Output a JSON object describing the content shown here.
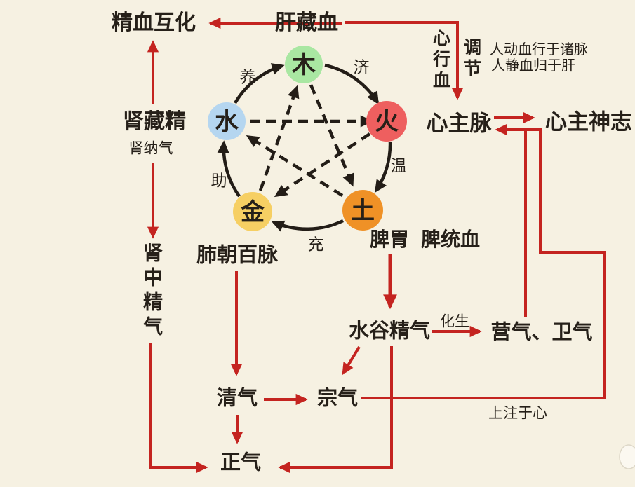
{
  "colors": {
    "background": "#f6f1e2",
    "red_arrow": "#c42420",
    "black_line": "#231d17",
    "text": "#262019"
  },
  "top": {
    "essence_blood_interchange": "精血互化",
    "liver_stores_blood": "肝藏血",
    "heart_moves_blood": "心行血",
    "regulation": "调节",
    "note_line1": "人动血行于诸脉",
    "note_line2": "人静血归于肝",
    "heart_governs_vessels": "心主脉",
    "heart_governs_spirit": "心主神志"
  },
  "left": {
    "kidney_stores_essence": "肾藏精",
    "kidney_receives_qi": "肾纳气",
    "kidney_essence_qi": "肾中精气"
  },
  "elements": {
    "wood": {
      "label": "木",
      "color": "#a9e7a2"
    },
    "fire": {
      "label": "火",
      "color": "#ee5f5f"
    },
    "earth": {
      "label": "土",
      "color": "#ef9126"
    },
    "metal": {
      "label": "金",
      "color": "#f6cf63"
    },
    "water": {
      "label": "水",
      "color": "#b5d6f0"
    }
  },
  "cycle_labels": {
    "water_wood": "养",
    "wood_fire": "济",
    "fire_earth": "温",
    "earth_metal": "充",
    "metal_water": "助"
  },
  "middle": {
    "lung_faces_vessels": "肺朝百脉",
    "spleen_stomach": "脾胃",
    "spleen_controls_blood": "脾统血"
  },
  "bottom": {
    "food_essence_qi": "水谷精气",
    "transforms": "化生",
    "ying_wei_qi": "营气、卫气",
    "clear_qi": "清气",
    "ancestral_qi": "宗气",
    "pours_into_heart": "上注于心",
    "upright_qi": "正气"
  }
}
